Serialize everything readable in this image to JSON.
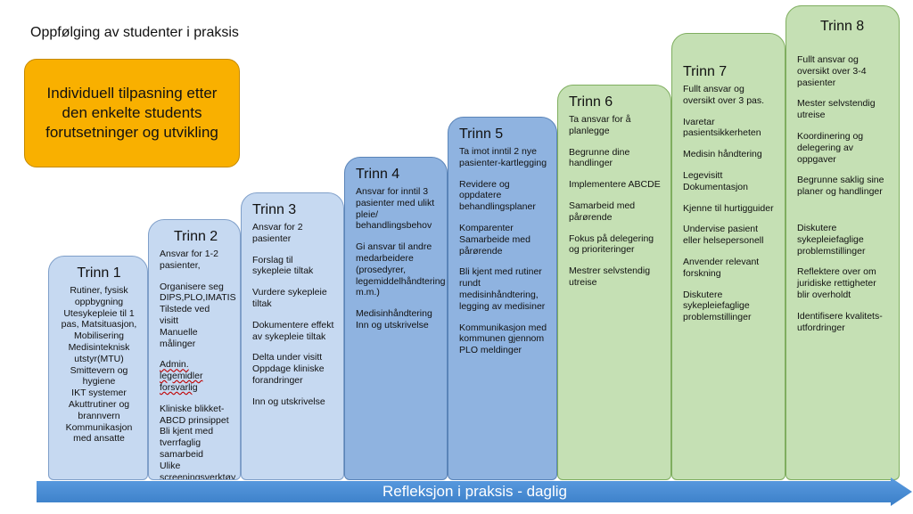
{
  "title": "Oppfølging av studenter i praksis",
  "note": "Individuell tilpasning etter den enkelte students forutsetninger og utvikling",
  "arrow_label": "Refleksjon i praksis - daglig",
  "colors": {
    "orange": "#f9b000",
    "light_blue": "#c6d9f1",
    "mid_blue": "#8fb3e0",
    "green": "#c5e0b4",
    "arrow": "#4a90d9"
  },
  "steps": [
    {
      "title": "Trinn 1",
      "items": [
        "Rutiner, fysisk oppbygning",
        "Utesykepleie til 1 pas, Matsituasjon, Mobilisering",
        "Medisinteknisk utstyr(MTU)",
        "Smittevern og hygiene",
        "IKT systemer",
        "Akuttrutiner og brannvern",
        "Kommunikasjon med ansatte"
      ]
    },
    {
      "title": "Trinn 2",
      "items": [
        "Ansvar for 1-2 pasienter,",
        "Organisere seg DIPS,PLO,IMATIS",
        "Tilstede ved visitt",
        "Manuelle målinger",
        "Admin. legemidler forsvarlig",
        "Kliniske blikket-ABCD prinsippet",
        "Bli kjent med tverrfaglig samarbeid",
        "Ulike screeningsverktøy"
      ]
    },
    {
      "title": "Trinn 3",
      "items": [
        "Ansvar for 2 pasienter",
        "Forslag til sykepleie tiltak",
        "Vurdere sykepleie tiltak",
        "Dokumentere effekt av sykepleie tiltak",
        "Delta under visitt",
        "Oppdage kliniske forandringer",
        "Inn og utskrivelse"
      ]
    },
    {
      "title": "Trinn 4",
      "items": [
        "Ansvar for inntil 3 pasienter med ulikt pleie/ behandlingsbehov",
        "Gi ansvar til andre medarbeidere (prosedyrer, legemiddelhåndtering m.m.)",
        "Medisinhåndtering Inn og utskrivelse"
      ]
    },
    {
      "title": "Trinn 5",
      "items": [
        "Ta imot inntil 2 nye pasienter-kartlegging",
        "Revidere og oppdatere behandlingsplaner",
        "Komparenter Samarbeide med pårørende",
        "Bli kjent med rutiner rundt medisinhåndtering, legging av medisiner",
        "Kommunikasjon med kommunen gjennom PLO meldinger"
      ]
    },
    {
      "title": "Trinn 6",
      "items": [
        "Ta ansvar for å planlegge",
        "Begrunne dine handlinger",
        "Implementere ABCDE",
        "Samarbeid med pårørende",
        "Fokus på delegering og prioriteringer",
        "Mestrer selvstendig utreise"
      ]
    },
    {
      "title": "Trinn 7",
      "items": [
        "Fullt ansvar og oversikt over 3 pas.",
        "Ivaretar pasientsikkerheten",
        "Medisin håndtering",
        "Legevisitt Dokumentasjon",
        "Kjenne til hurtigguider",
        "Undervise pasient eller helsepersonell",
        "Anvender relevant forskning",
        "Diskutere sykepleiefaglige problemstillinger"
      ]
    },
    {
      "title": "Trinn 8",
      "items": [
        "Fullt ansvar og oversikt over 3-4 pasienter",
        "Mester selvstendig utreise",
        "Koordinering og delegering av oppgaver",
        "Begrunne saklig sine planer og handlinger",
        "Diskutere sykepleiefaglige problemstillinger",
        "Reflektere over om juridiske rettigheter blir overholdt",
        "Identifisere kvalitets-utfordringer"
      ]
    }
  ]
}
